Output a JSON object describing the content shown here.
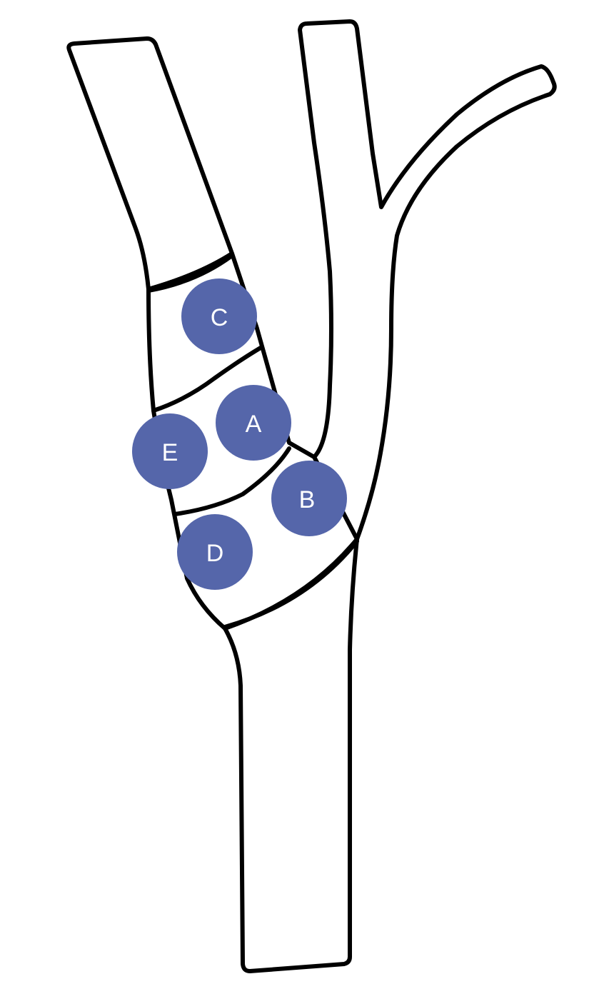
{
  "diagram": {
    "marker_color": "#5566aa",
    "outline_color": "#000000",
    "markers": [
      {
        "id": "C",
        "label": "C"
      },
      {
        "id": "A",
        "label": "A"
      },
      {
        "id": "E",
        "label": "E"
      },
      {
        "id": "B",
        "label": "B"
      },
      {
        "id": "D",
        "label": "D"
      }
    ]
  }
}
